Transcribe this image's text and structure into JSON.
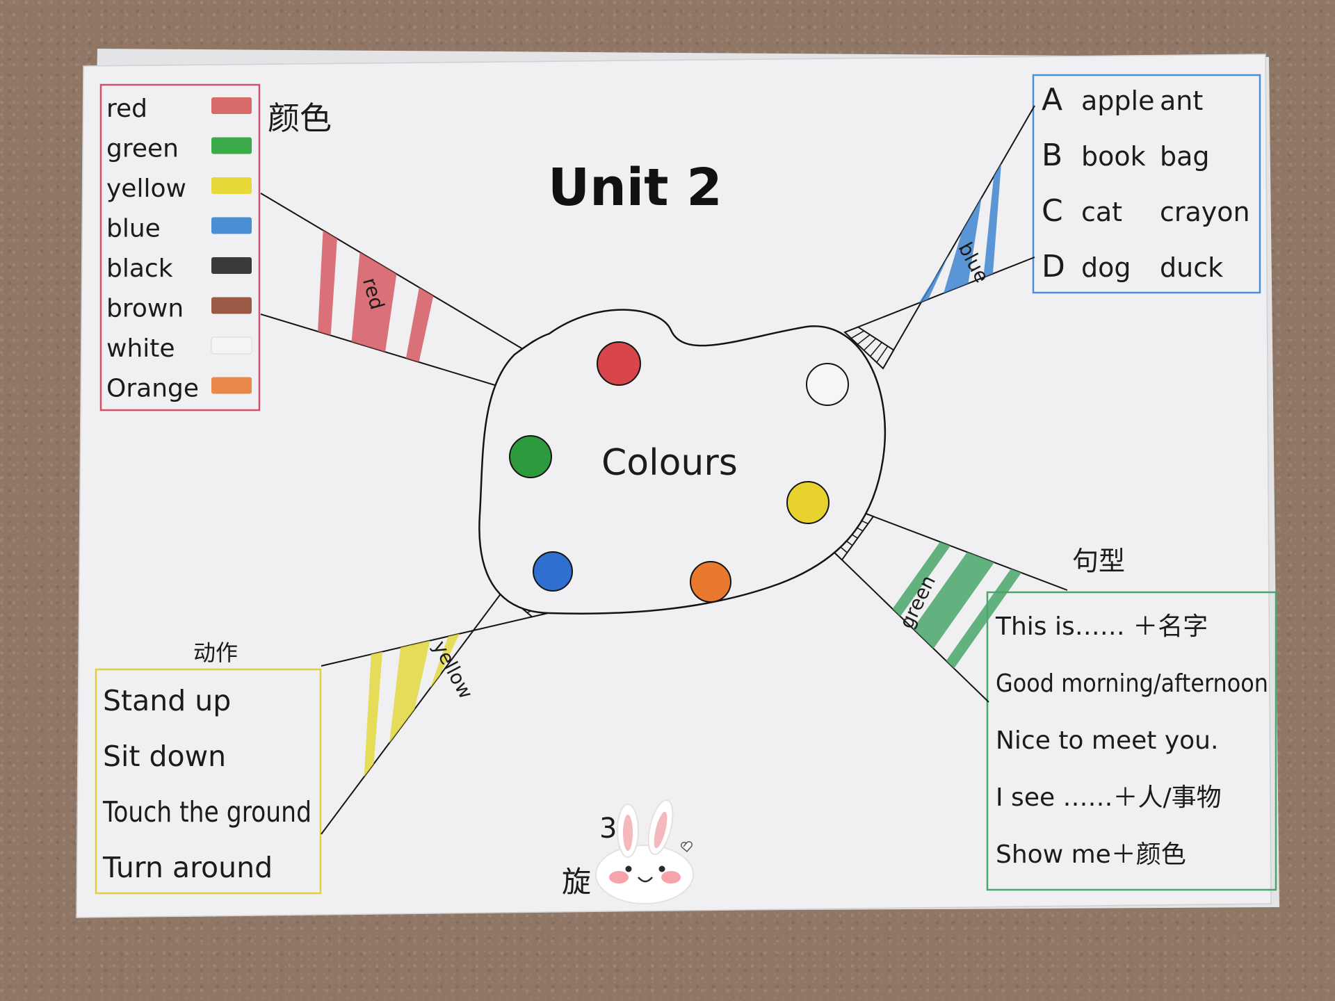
{
  "title": "Unit 2",
  "center": {
    "label": "Colours"
  },
  "colours_section": {
    "heading": "颜色",
    "border_color": "#d2506a",
    "items": [
      {
        "word": "red",
        "swatch": "#d96a6a"
      },
      {
        "word": "green",
        "swatch": "#3aab48"
      },
      {
        "word": "yellow",
        "swatch": "#e8d93a"
      },
      {
        "word": "blue",
        "swatch": "#4a8fd6"
      },
      {
        "word": "black",
        "swatch": "#3a3a3a"
      },
      {
        "word": "brown",
        "swatch": "#9a5a45"
      },
      {
        "word": "white",
        "swatch": "#f4f4f4"
      },
      {
        "word": "Orange",
        "swatch": "#e8894a"
      }
    ]
  },
  "letters_section": {
    "border_color": "#4a8fd6",
    "rows": [
      {
        "letter": "A",
        "word1": "apple",
        "word2": "ant"
      },
      {
        "letter": "B",
        "word1": "book",
        "word2": "bag"
      },
      {
        "letter": "C",
        "word1": "cat",
        "word2": "crayon"
      },
      {
        "letter": "D",
        "word1": "dog",
        "word2": "duck"
      }
    ]
  },
  "actions_section": {
    "heading": "动作",
    "border_color": "#e0d040",
    "items": [
      "Stand up",
      "Sit down",
      "Touch the ground",
      "Turn around"
    ]
  },
  "sentences_section": {
    "heading": "句型",
    "border_color": "#4aa66a",
    "items": [
      "This is…… ＋名字",
      "Good morning/afternoon",
      "Nice to meet you.",
      "I see ……＋人/事物",
      "Show me＋颜色"
    ]
  },
  "tubes": [
    {
      "label": "red",
      "color": "#d65a63"
    },
    {
      "label": "blue",
      "color": "#3f86d0"
    },
    {
      "label": "yellow",
      "color": "#e3d83e"
    },
    {
      "label": "green",
      "color": "#4aa66a"
    }
  ],
  "palette_dots": [
    {
      "name": "red",
      "color": "#d8454a"
    },
    {
      "name": "white",
      "color": "#f6f6f6"
    },
    {
      "name": "green",
      "color": "#2e9a3e"
    },
    {
      "name": "yellow",
      "color": "#e7d22e"
    },
    {
      "name": "blue",
      "color": "#2f6fd0"
    },
    {
      "name": "orange",
      "color": "#e9792f"
    }
  ],
  "bottom_partial": {
    "line1": "3",
    "line2": "旋"
  },
  "sticker": {
    "name": "rabbit-sticker"
  }
}
